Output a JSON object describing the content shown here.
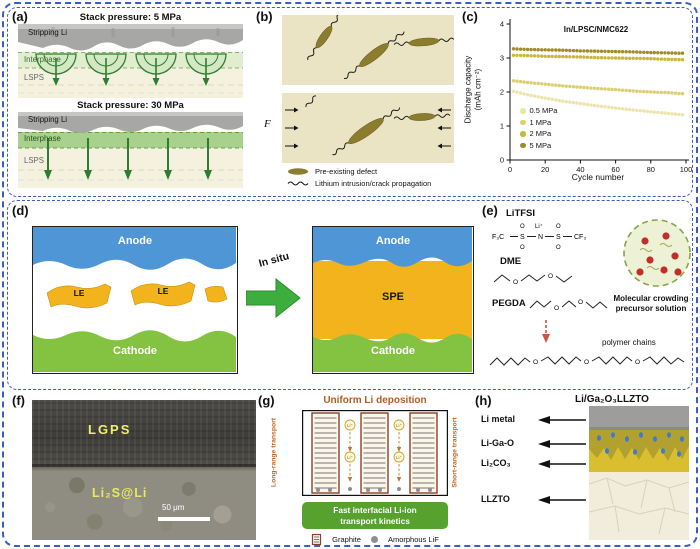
{
  "colors": {
    "section_border": "#3a5fc0",
    "anode_blue": "#4f96d7",
    "electrolyte_yellow": "#f3b31d",
    "cathode_green": "#83c341",
    "defect_olive": "#8c7c2e"
  },
  "a": {
    "label": "(a)",
    "top": {
      "title": "Stack pressure: 5 MPa",
      "layer1": "Stripping Li",
      "layer2": "Interphase",
      "layer3": "LSPS"
    },
    "bottom": {
      "title": "Stack pressure: 30 MPa",
      "layer1": "Stripping Li",
      "layer2": "Interphase",
      "layer3": "LSPS"
    }
  },
  "b": {
    "label": "(b)",
    "force": "F",
    "legend1": "Pre-existing defect",
    "legend2": "Lithium intrusion/crack propagation"
  },
  "c": {
    "label": "(c)"
  },
  "chart_data": {
    "type": "scatter",
    "annotation": "In/LPSC/NMC622",
    "xlabel": "Cycle number",
    "ylabel": "Discharge capacity (mAh cm⁻²)",
    "ylabel_line1": "Discharge capacity",
    "ylabel_line2": "(mAh cm⁻²)",
    "xlim": [
      0,
      100
    ],
    "ylim": [
      0,
      4
    ],
    "xticks": [
      0,
      20,
      40,
      60,
      80,
      100
    ],
    "yticks": [
      0,
      1,
      2,
      3,
      4
    ],
    "grid": false,
    "legend_position": "center-left",
    "series": [
      {
        "name": "0.5 MPa",
        "color": "#ebe5ab",
        "x": [
          2,
          10,
          20,
          30,
          40,
          50,
          60,
          70,
          80,
          90,
          98
        ],
        "values": [
          2.02,
          1.92,
          1.82,
          1.73,
          1.66,
          1.59,
          1.53,
          1.47,
          1.42,
          1.37,
          1.33
        ]
      },
      {
        "name": "1 MPa",
        "color": "#ddcf6d",
        "x": [
          2,
          10,
          20,
          30,
          40,
          50,
          60,
          70,
          80,
          90,
          98
        ],
        "values": [
          2.33,
          2.28,
          2.23,
          2.18,
          2.14,
          2.1,
          2.07,
          2.03,
          2.0,
          1.98,
          1.95
        ]
      },
      {
        "name": "2 MPa",
        "color": "#c9b63d",
        "x": [
          2,
          10,
          20,
          30,
          40,
          50,
          60,
          70,
          80,
          90,
          98
        ],
        "values": [
          3.08,
          3.07,
          3.05,
          3.04,
          3.03,
          3.01,
          3.0,
          2.99,
          2.98,
          2.96,
          2.95
        ]
      },
      {
        "name": "5 MPa",
        "color": "#a08c29",
        "x": [
          2,
          10,
          20,
          30,
          40,
          50,
          60,
          70,
          80,
          90,
          98
        ],
        "values": [
          3.27,
          3.25,
          3.24,
          3.23,
          3.21,
          3.2,
          3.19,
          3.18,
          3.16,
          3.15,
          3.14
        ]
      }
    ]
  },
  "d": {
    "label": "(d)",
    "left": {
      "anode": "Anode",
      "le": "LE",
      "cathode": "Cathode"
    },
    "arrow_label": "In situ",
    "right": {
      "anode": "Anode",
      "spe": "SPE",
      "cathode": "Cathode"
    }
  },
  "e": {
    "label": "(e)",
    "litfsi": "LiTFSI",
    "dme": "DME",
    "pegda": "PEGDA",
    "polymer": "polymer chains",
    "solution1": "Molecular crowding",
    "solution2": "precursor solution",
    "atoms": {
      "f3c": "F₃C",
      "cf3": "CF₃",
      "li": "Li⁺",
      "n": "N",
      "s": "S",
      "o": "O"
    }
  },
  "f": {
    "label": "(f)",
    "top_label": "LGPS",
    "bottom_label": "Li₂S@Li",
    "scalebar": "50 μm"
  },
  "g": {
    "label": "(g)",
    "title": "Uniform Li deposition",
    "left_text": "Long-range transport",
    "right_text": "Short-range transport",
    "li_ion": "Li⁺",
    "box1": "Fast interfacial Li-ion",
    "box2": "transport kinetics",
    "legend1": "Graphite",
    "legend2": "Amorphous LiF"
  },
  "h": {
    "label": "(h)",
    "title": "Li/Ga₂O₃LLZTO",
    "labels": [
      "Li metal",
      "Li-Ga-O",
      "Li₂CO₃",
      "LLZTO"
    ]
  }
}
